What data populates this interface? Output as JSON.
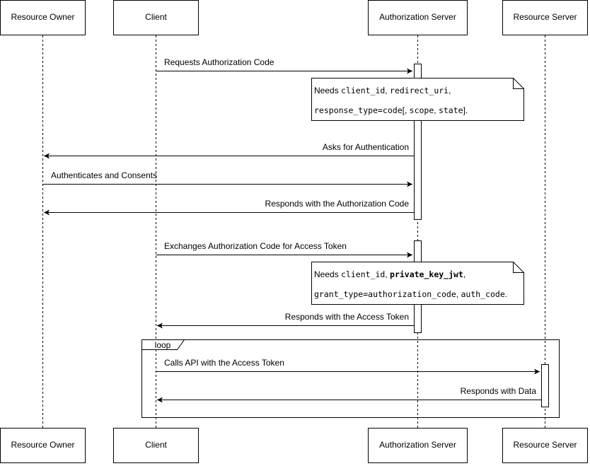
{
  "actors": [
    {
      "id": "resource-owner",
      "label": "Resource Owner"
    },
    {
      "id": "client",
      "label": "Client"
    },
    {
      "id": "authorization-server",
      "label": "Authorization Server"
    },
    {
      "id": "resource-server",
      "label": "Resource Server"
    }
  ],
  "messages": {
    "m1": "Requests Authorization Code",
    "m2": "Asks for Authentication",
    "m3": "Authenticates and Consents",
    "m4": "Responds with the Authorization Code",
    "m5": "Exchanges Authorization Code for Access Token",
    "m6": "Responds with the Access Token",
    "m7": "Calls API with the Access Token",
    "m8": "Responds with Data"
  },
  "notes": {
    "n1": {
      "line1": [
        {
          "t": "Needs ",
          "s": "plain"
        },
        {
          "t": "client_id",
          "s": "mono"
        },
        {
          "t": ", ",
          "s": "plain"
        },
        {
          "t": "redirect_uri",
          "s": "mono"
        },
        {
          "t": ",",
          "s": "plain"
        }
      ],
      "line2": [
        {
          "t": "response_type=code",
          "s": "mono"
        },
        {
          "t": "[, ",
          "s": "plain"
        },
        {
          "t": "scope",
          "s": "mono"
        },
        {
          "t": ", ",
          "s": "plain"
        },
        {
          "t": "state",
          "s": "mono"
        },
        {
          "t": "].",
          "s": "plain"
        }
      ]
    },
    "n2": {
      "line1": [
        {
          "t": "Needs ",
          "s": "plain"
        },
        {
          "t": "client_id",
          "s": "mono"
        },
        {
          "t": ", ",
          "s": "plain"
        },
        {
          "t": "private_key_jwt",
          "s": "mono-bold"
        },
        {
          "t": ",",
          "s": "plain"
        }
      ],
      "line2": [
        {
          "t": "grant_type=authorization_code",
          "s": "mono"
        },
        {
          "t": ", ",
          "s": "plain"
        },
        {
          "t": "auth_code",
          "s": "mono"
        },
        {
          "t": ".",
          "s": "plain"
        }
      ]
    }
  },
  "loop_label": "loop"
}
